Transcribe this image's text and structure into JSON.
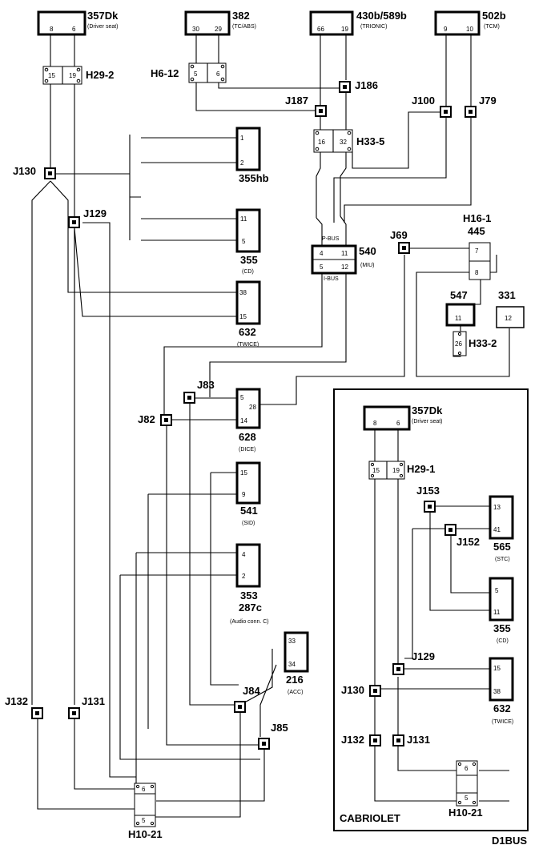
{
  "components": {
    "c357dk_top": {
      "id": "357Dk",
      "desc": "(Driver seat)",
      "pin_a": "8",
      "pin_b": "6"
    },
    "c382": {
      "id": "382",
      "desc": "(TC/ABS)",
      "pin_a": "30",
      "pin_b": "29"
    },
    "c430": {
      "id": "430b/589b",
      "desc": "(TRIONIC)",
      "pin_a": "66",
      "pin_b": "19"
    },
    "c502": {
      "id": "502b",
      "desc": "(TCM)",
      "pin_a": "9",
      "pin_b": "10"
    },
    "c355hb": {
      "id": "355hb",
      "pin_a": "1",
      "pin_b": "2"
    },
    "c355": {
      "id": "355",
      "desc": "(CD)",
      "pin_a": "11",
      "pin_b": "5"
    },
    "c632": {
      "id": "632",
      "desc": "(TWICE)",
      "pin_a": "38",
      "pin_b": "15"
    },
    "c540": {
      "id": "540",
      "desc": "(MIU)",
      "pin_a": "4",
      "pin_b": "11",
      "pin_c": "5",
      "pin_d": "12",
      "pbus": "P-BUS",
      "ibus": "I-BUS"
    },
    "c445": {
      "id": "445",
      "pin_a": "7",
      "pin_b": "8"
    },
    "c547": {
      "id": "547",
      "pin_a": "11"
    },
    "c331": {
      "id": "331",
      "pin_a": "12"
    },
    "c628": {
      "id": "628",
      "desc": "(DICE)",
      "pin_a": "5",
      "pin_b": "28",
      "pin_c": "14"
    },
    "c541": {
      "id": "541",
      "desc": "(SID)",
      "pin_a": "15",
      "pin_b": "9"
    },
    "c353": {
      "id": "353",
      "id2": "287c",
      "desc": "(Audio conn. C)",
      "pin_a": "4",
      "pin_b": "2"
    },
    "c216": {
      "id": "216",
      "desc": "(ACC)",
      "pin_a": "33",
      "pin_b": "34"
    },
    "c357dk_cab": {
      "id": "357Dk",
      "desc": "(Driver seat)",
      "pin_a": "8",
      "pin_b": "6"
    },
    "c565": {
      "id": "565",
      "desc": "(STC)",
      "pin_a": "13",
      "pin_b": "41"
    },
    "c355_cab": {
      "id": "355",
      "desc": "(CD)",
      "pin_a": "5",
      "pin_b": "11"
    },
    "c632_cab": {
      "id": "632",
      "desc": "(TWICE)",
      "pin_a": "15",
      "pin_b": "38"
    }
  },
  "connectors": {
    "h29_2": {
      "label": "H29-2",
      "pin_a": "15",
      "pin_b": "19"
    },
    "h6_12": {
      "label": "H6-12",
      "pin_a": "5",
      "pin_b": "6"
    },
    "h33_5": {
      "label": "H33-5",
      "pin_a": "16",
      "pin_b": "32"
    },
    "h16_1": {
      "label": "H16-1"
    },
    "h33_2": {
      "label": "H33-2",
      "pin_a": "26"
    },
    "h10_21": {
      "label": "H10-21",
      "pin_a": "6",
      "pin_b": "5"
    },
    "h29_1": {
      "label": "H29-1",
      "pin_a": "15",
      "pin_b": "19"
    },
    "h10_21_cab": {
      "label": "H10-21",
      "pin_a": "6",
      "pin_b": "5"
    }
  },
  "junctions": {
    "j186": "J186",
    "j187": "J187",
    "j100": "J100",
    "j79": "J79",
    "j130": "J130",
    "j129": "J129",
    "j69": "J69",
    "j83": "J83",
    "j82": "J82",
    "j84": "J84",
    "j85": "J85",
    "j132": "J132",
    "j131": "J131",
    "j153": "J153",
    "j152": "J152",
    "j129_cab": "J129",
    "j130_cab": "J130",
    "j132_cab": "J132",
    "j131_cab": "J131"
  },
  "frame": {
    "title": "CABRIOLET"
  },
  "footer": {
    "code": "D1BUS"
  }
}
